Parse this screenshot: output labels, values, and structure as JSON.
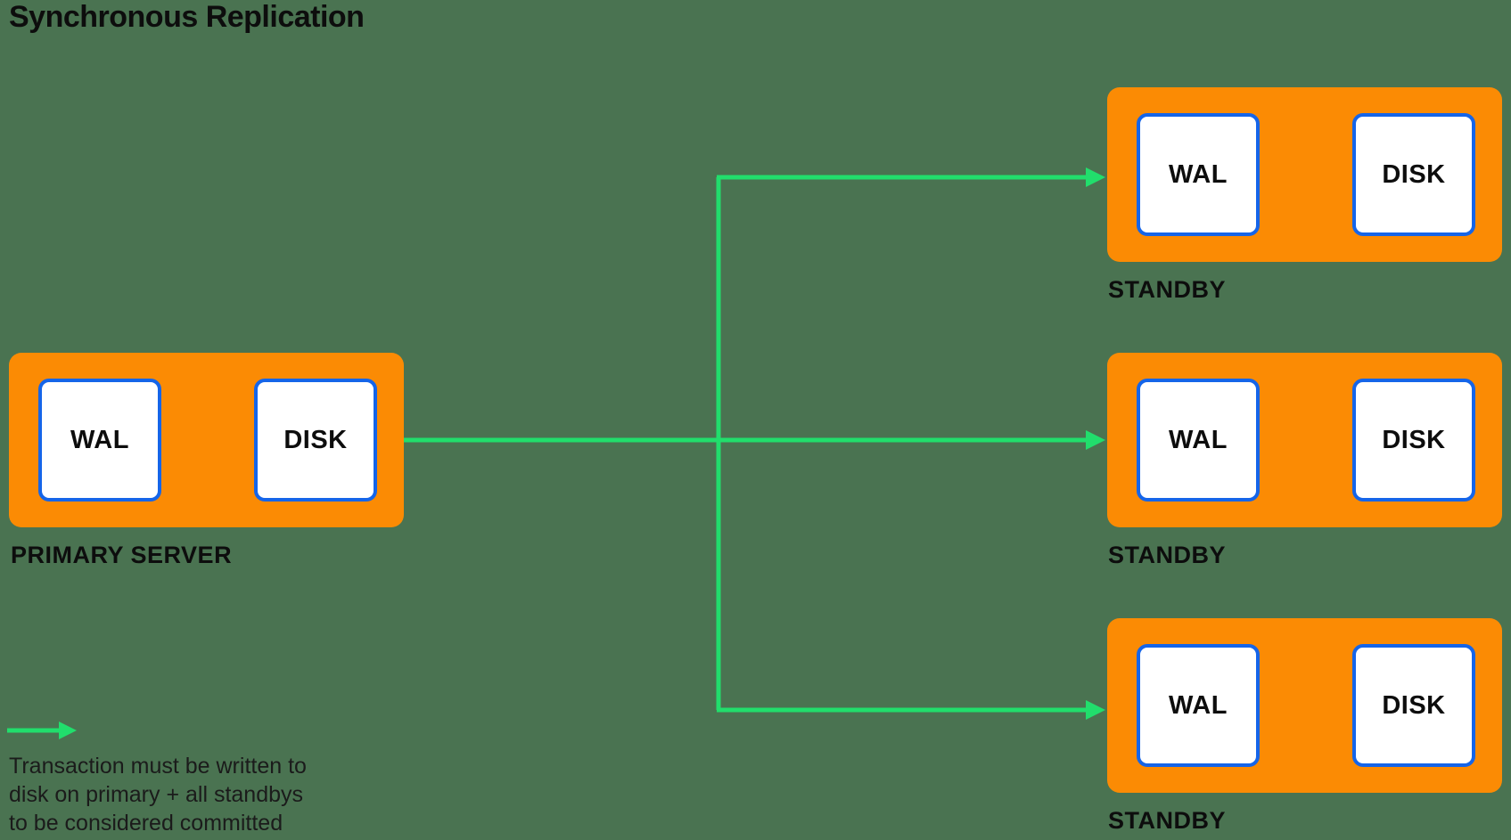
{
  "title": "Synchronous Replication",
  "colors": {
    "background": "#4A7351",
    "server_fill": "#FB8B04",
    "node_border": "#1565E9",
    "node_fill": "#FFFFFF",
    "arrow": "#21DE6C",
    "text": "#0d0d0d"
  },
  "primary": {
    "label": "PRIMARY SERVER",
    "wal": "WAL",
    "disk": "DISK"
  },
  "standbys": [
    {
      "label": "STANDBY",
      "wal": "WAL",
      "disk": "DISK"
    },
    {
      "label": "STANDBY",
      "wal": "WAL",
      "disk": "DISK"
    },
    {
      "label": "STANDBY",
      "wal": "WAL",
      "disk": "DISK"
    }
  ],
  "legend": {
    "line1": "Transaction must be written to",
    "line2": "disk on primary + all standbys",
    "line3": "to be considered committed"
  }
}
